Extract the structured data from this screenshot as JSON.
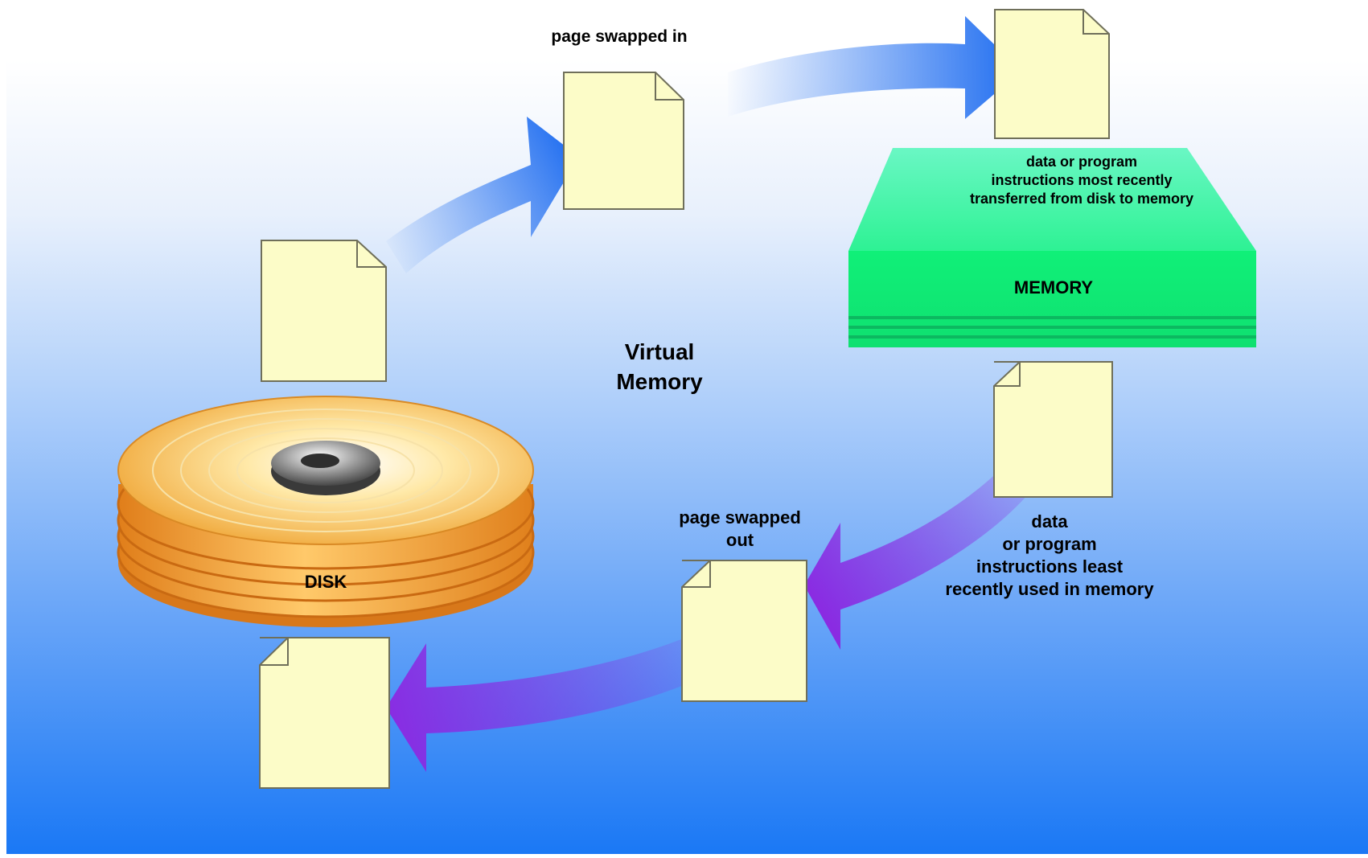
{
  "labels": {
    "swapped_in": "page swapped  in",
    "virtual_line1": "Virtual",
    "virtual_line2": "Memory",
    "mem_top_line1": "data or program",
    "mem_top_line2": "instructions most recently",
    "mem_top_line3": "transferred from  disk to memory",
    "memory": "MEMORY",
    "disk": "DISK",
    "swapped_out_line1": "page swapped",
    "swapped_out_line2": "out",
    "least_line1": "data",
    "least_line2": "or program",
    "least_line3": "instructions least",
    "least_line4": "recently used in memory"
  },
  "colors": {
    "page_fill": "#fcfcc8",
    "page_stroke": "#6f6f5a",
    "arrow_in": "#1f6df0",
    "arrow_out": "#8a2be2",
    "memory_green": "#12f07c",
    "memory_top": "#5cf5b0",
    "disk_orange": "#f0a028",
    "background_bottom": "#1a78f5"
  }
}
